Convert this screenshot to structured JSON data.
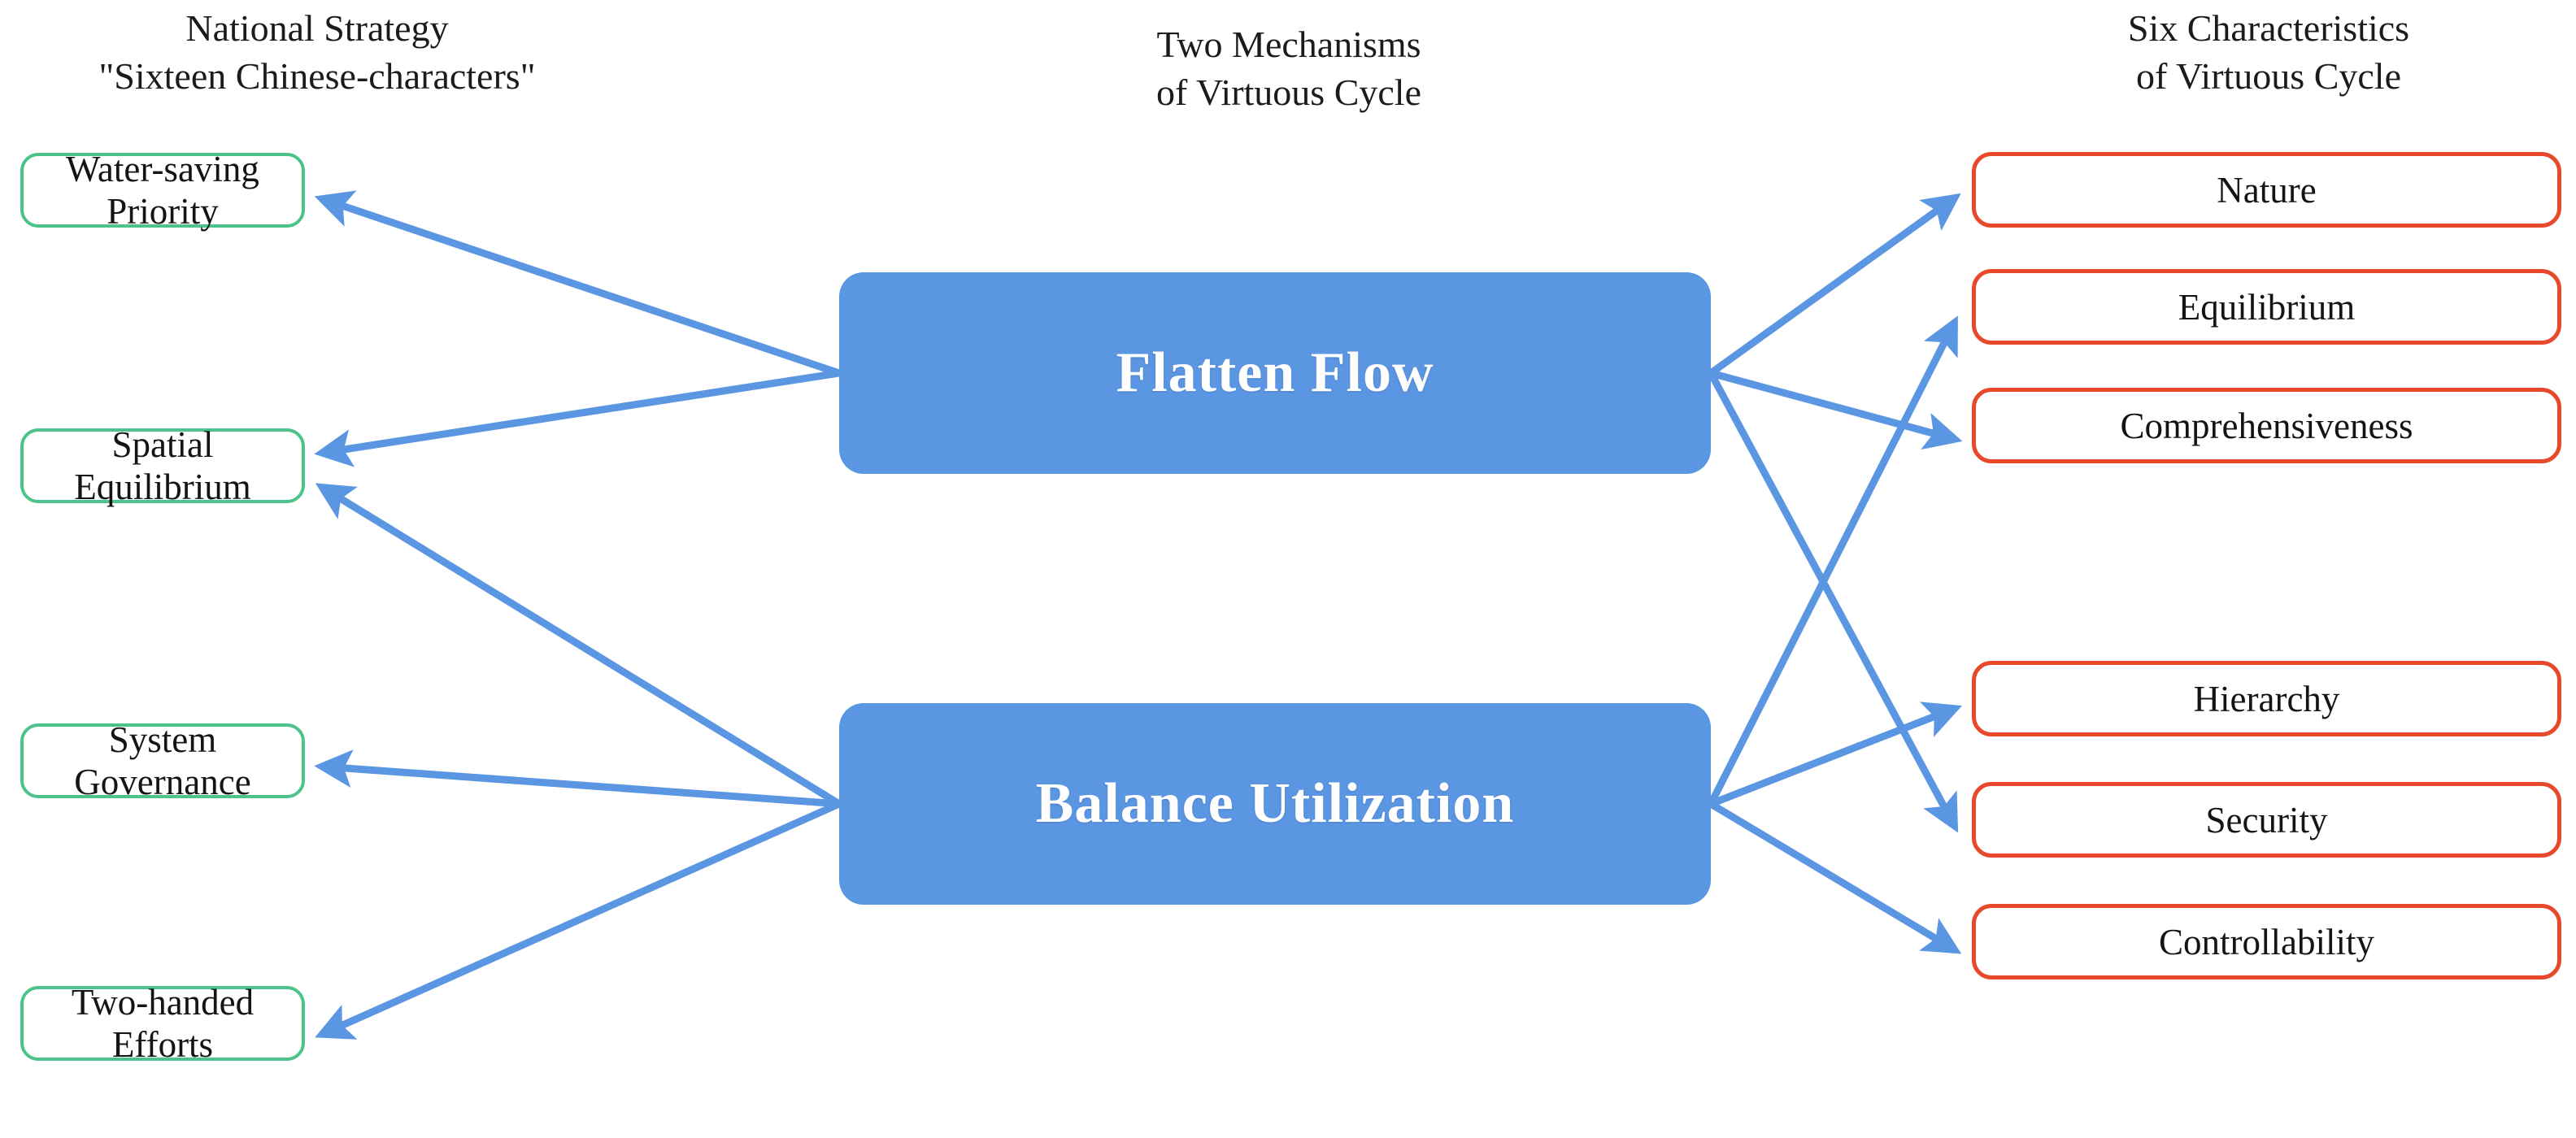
{
  "diagram": {
    "title": "Virtuous Cycle Framework",
    "colors": {
      "mechanism_fill": "#5B96E3",
      "strategy_border": "#4CC38A",
      "characteristic_border": "#E8492B",
      "arrow": "#5B96E3",
      "background": "#FFFFFF",
      "text": "#141414"
    }
  },
  "headers": {
    "left": "National Strategy\n\"Sixteen Chinese-characters\"",
    "center": "Two Mechanisms\nof Virtuous Cycle",
    "right": "Six Characteristics\nof Virtuous Cycle"
  },
  "strategies": [
    {
      "id": "water-saving-priority",
      "label": "Water-saving Priority"
    },
    {
      "id": "spatial-equilibrium",
      "label": "Spatial Equilibrium"
    },
    {
      "id": "system-governance",
      "label": "System Governance"
    },
    {
      "id": "two-handed-efforts",
      "label": "Two-handed Efforts"
    }
  ],
  "mechanisms": [
    {
      "id": "flatten-flow",
      "label": "Flatten Flow"
    },
    {
      "id": "balance-utilization",
      "label": "Balance Utilization"
    }
  ],
  "characteristics": [
    {
      "id": "nature",
      "label": "Nature"
    },
    {
      "id": "equilibrium",
      "label": "Equilibrium"
    },
    {
      "id": "comprehensiveness",
      "label": "Comprehensiveness"
    },
    {
      "id": "hierarchy",
      "label": "Hierarchy"
    },
    {
      "id": "security",
      "label": "Security"
    },
    {
      "id": "controllability",
      "label": "Controllability"
    }
  ],
  "connections": [
    {
      "from": "flatten-flow",
      "to": "water-saving-priority"
    },
    {
      "from": "flatten-flow",
      "to": "spatial-equilibrium"
    },
    {
      "from": "balance-utilization",
      "to": "spatial-equilibrium"
    },
    {
      "from": "balance-utilization",
      "to": "system-governance"
    },
    {
      "from": "balance-utilization",
      "to": "two-handed-efforts"
    },
    {
      "from": "flatten-flow",
      "to": "nature"
    },
    {
      "from": "flatten-flow",
      "to": "comprehensiveness"
    },
    {
      "from": "flatten-flow",
      "to": "security"
    },
    {
      "from": "balance-utilization",
      "to": "equilibrium"
    },
    {
      "from": "balance-utilization",
      "to": "hierarchy"
    },
    {
      "from": "balance-utilization",
      "to": "controllability"
    }
  ]
}
